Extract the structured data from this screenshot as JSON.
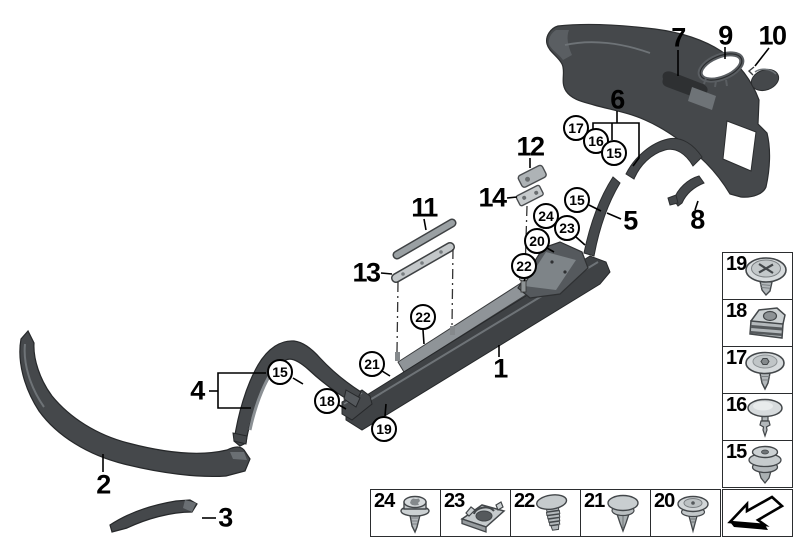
{
  "diagram": {
    "background": "#ffffff",
    "line_color": "#000000",
    "part_dark": "#45484b",
    "part_mid": "#8f9498",
    "part_light": "#c6cacc"
  },
  "callouts": {
    "p1": "1",
    "p2": "2",
    "p3": "3",
    "p4": "4",
    "p5": "5",
    "p6": "6",
    "p7": "7",
    "p8": "8",
    "p9": "9",
    "p10": "10",
    "p11": "11",
    "p12": "12",
    "p13": "13",
    "p14": "14"
  },
  "circles": {
    "c15": "15",
    "c16": "16",
    "c17": "17",
    "c18": "18",
    "c19": "19",
    "c20": "20",
    "c21": "21",
    "c22": "22",
    "c23": "23",
    "c24": "24"
  },
  "legend": {
    "side": [
      {
        "num": "19",
        "icon": "washer-head-screw"
      },
      {
        "num": "18",
        "icon": "cage-nut"
      },
      {
        "num": "17",
        "icon": "dome-head-rivet"
      },
      {
        "num": "16",
        "icon": "mushroom-pin"
      },
      {
        "num": "15",
        "icon": "stacked-grommet"
      }
    ],
    "bottom": [
      {
        "num": "24",
        "icon": "torx-screw"
      },
      {
        "num": "23",
        "icon": "speed-nut-clip"
      },
      {
        "num": "22",
        "icon": "ribbed-expansion-plug"
      },
      {
        "num": "21",
        "icon": "expanding-rivet"
      },
      {
        "num": "20",
        "icon": "sealing-rivet"
      }
    ],
    "direction_arrow_icon": "direction-arrow"
  }
}
